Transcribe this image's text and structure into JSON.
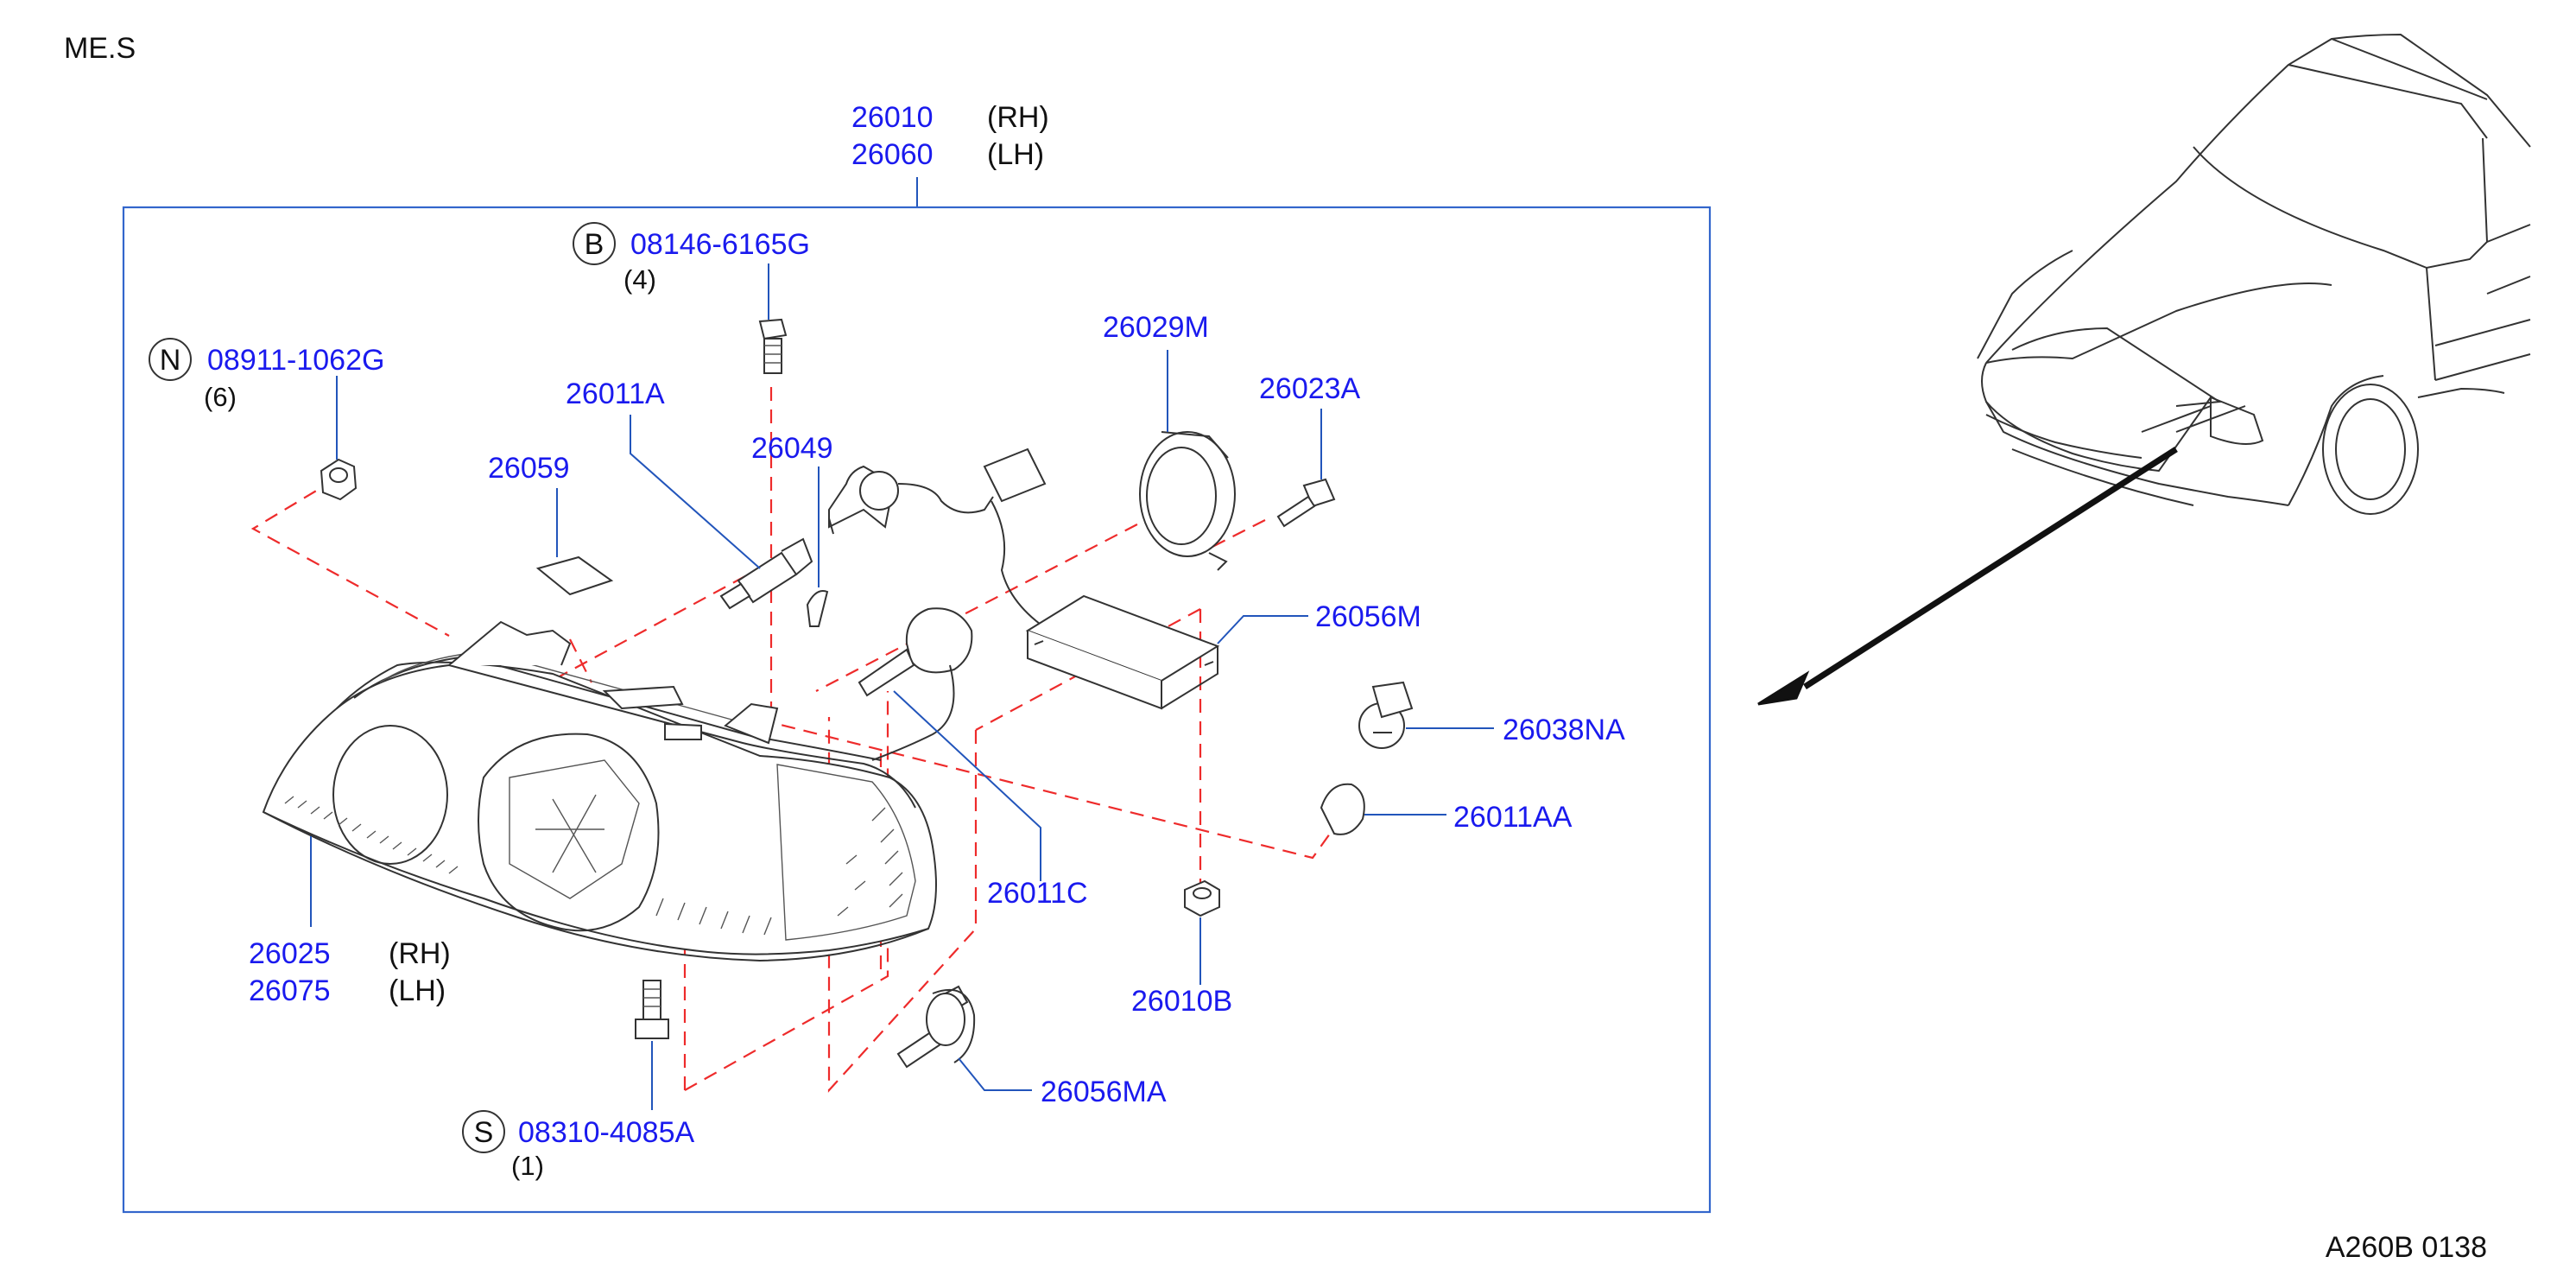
{
  "section_code": "ME.S",
  "figure_code": "A260B 0138",
  "colors": {
    "part_number": "#1a1aee",
    "leader": "#2255bb",
    "dashed_guide": "#ee2b2b",
    "frame": "#3366cc"
  },
  "assembly": {
    "part_rh": "26010",
    "side_rh": "(RH)",
    "part_lh": "26060",
    "side_lh": "(LH)"
  },
  "housing": {
    "part_rh": "26025",
    "side_rh": "(RH)",
    "part_lh": "26075",
    "side_lh": "(LH)"
  },
  "callouts": {
    "b_bolt": {
      "symbol": "B",
      "part": "08146-6165G",
      "qty": "(4)"
    },
    "n_nut": {
      "symbol": "N",
      "part": "08911-1062G",
      "qty": "(6)"
    },
    "s_screw": {
      "symbol": "S",
      "part": "08310-4085A",
      "qty": "(1)"
    },
    "bulb_socket": "26011A",
    "label_sticker": "26059",
    "small_bulb": "26049",
    "retainer_ring": "26029M",
    "ring_screw": "26023A",
    "ballast": "26056M",
    "side_socket": "26038NA",
    "side_bulb": "26011AA",
    "harness": "26011C",
    "nut": "26010B",
    "igniter": "26056MA"
  }
}
